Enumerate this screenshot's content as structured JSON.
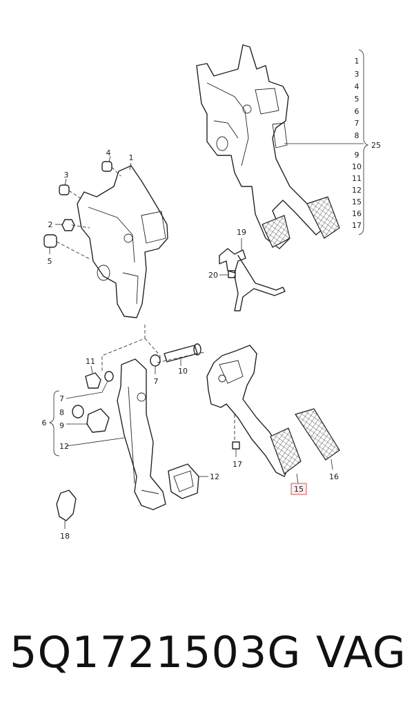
{
  "caption": {
    "part_number": "5Q1721503G",
    "brand": "VAG"
  },
  "highlight_color": "#d9534f",
  "callouts": {
    "c1": "1",
    "c2": "2",
    "c3": "3",
    "c4": "4",
    "c5": "5",
    "c6": "6",
    "c7a": "7",
    "c7b": "7",
    "c8": "8",
    "c9": "9",
    "c10": "10",
    "c11": "11",
    "c12a": "12",
    "c12b": "12",
    "c15": "15",
    "c16": "16",
    "c17": "17",
    "c18": "18",
    "c19": "19",
    "c20": "20",
    "c25": "25"
  },
  "assembly_list": [
    "1",
    "3",
    "4",
    "5",
    "6",
    "7",
    "8",
    "9",
    "10",
    "11",
    "12",
    "15",
    "16",
    "17"
  ]
}
